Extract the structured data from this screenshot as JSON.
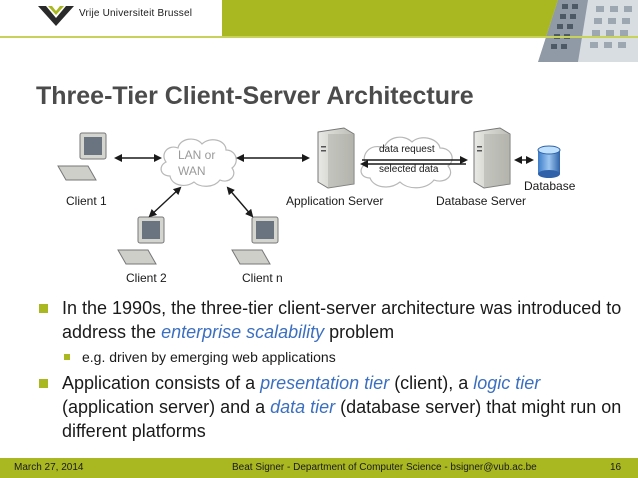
{
  "header": {
    "logo_text": "Vrije Universiteit Brussel"
  },
  "title": "Three-Tier Client-Server Architecture",
  "diagram": {
    "cloud_label_line1": "LAN or",
    "cloud_label_line2": "WAN",
    "client1": "Client 1",
    "client2": "Client 2",
    "clientn": "Client n",
    "app_server": "Application Server",
    "db_server": "Database Server",
    "database": "Database",
    "data_request": "data request",
    "selected_data": "selected data"
  },
  "bullets": {
    "b1_pre": "In the 1990s, the three-tier client-server architecture was introduced to address the ",
    "b1_hl": "enterprise scalability",
    "b1_post": " problem",
    "sub1": "e.g. driven by emerging web applications",
    "b2_pre": "Application consists of a ",
    "b2_hl1": "presentation tier",
    "b2_mid1": " (client), a ",
    "b2_hl2": "logic tier",
    "b2_mid2": " (application server) and a ",
    "b2_hl3": "data tier",
    "b2_post": " (database server) that might run on different platforms"
  },
  "footer": {
    "date": "March 27, 2014",
    "center": "Beat Signer - Department of Computer Science - bsigner@vub.ac.be",
    "page": "16"
  },
  "colors": {
    "accent": "#a9b820",
    "highlight": "#3b6fc0",
    "title": "#4b4b4b"
  }
}
